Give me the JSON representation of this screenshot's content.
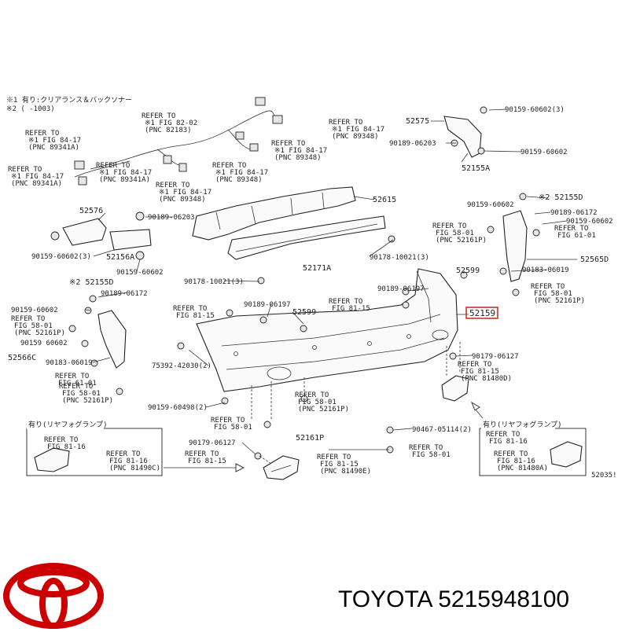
{
  "notes": {
    "note1": "※1 有り:クリアランス＆バックソナー",
    "note2": "※2  (   -1003)"
  },
  "refs": [
    {
      "id": "r1",
      "l1": "REFER TO",
      "l2": "※1 FIG 84-17",
      "l3": "(PNC 89341A)"
    },
    {
      "id": "r2",
      "l1": "REFER TO",
      "l2": "※1 FIG 82-02",
      "l3": "(PNC 82183)"
    },
    {
      "id": "r3",
      "l1": "REFER TO",
      "l2": "※1 FIG 84-17",
      "l3": "(PNC 89348)"
    },
    {
      "id": "r4",
      "l1": "REFER TO",
      "l2": "※1 FIG 84-17",
      "l3": "(PNC 89348)"
    },
    {
      "id": "r5",
      "l1": "REFER TO",
      "l2": "※1 FIG 84-17",
      "l3": "(PNC 89341A)"
    },
    {
      "id": "r6",
      "l1": "REFER TO",
      "l2": "※1 FIG 84-17",
      "l3": "(PNC 89341A)"
    },
    {
      "id": "r7",
      "l1": "REFER TO",
      "l2": "※1 FIG 84-17",
      "l3": "(PNC 89348)"
    },
    {
      "id": "r8",
      "l1": "REFER TO",
      "l2": "※1 FIG 84-17",
      "l3": "(PNC 89348)"
    },
    {
      "id": "r9",
      "l1": "REFER TO",
      "l2": "FIG 58-01",
      "l3": "(PNC 52161P)"
    },
    {
      "id": "r10",
      "l1": "REFER TO",
      "l2": "FIG 61-01"
    },
    {
      "id": "r11",
      "l1": "REFER TO",
      "l2": "FIG 58-01",
      "l3": "(PNC 52161P)"
    },
    {
      "id": "r12",
      "l1": "REFER TO",
      "l2": "FIG 58-01",
      "l3": "(PNC 52161P)"
    },
    {
      "id": "r13",
      "l1": "REFER TO",
      "l2": "FIG 61-01"
    },
    {
      "id": "r14",
      "l1": "REFER TO",
      "l2": "FIG 58-01",
      "l3": "(PNC 52161P)"
    },
    {
      "id": "r15",
      "l1": "REFER TO",
      "l2": "FIG 81-15"
    },
    {
      "id": "r16",
      "l1": "REFER TO",
      "l2": "FIG 81-15"
    },
    {
      "id": "r17",
      "l1": "REFER TO",
      "l2": "FIG 81-15",
      "l3": "(PNC 81480D)"
    },
    {
      "id": "r18",
      "l1": "REFER TO",
      "l2": "FIG 58-01",
      "l3": "(PNC 52161P)"
    },
    {
      "id": "r19",
      "l1": "REFER TO",
      "l2": "FIG 58-01"
    },
    {
      "id": "r20",
      "l1": "REFER TO",
      "l2": "FIG 81-16"
    },
    {
      "id": "r21",
      "l1": "REFER TO",
      "l2": "FIG 81-16",
      "l3": "(PNC 81490C)"
    },
    {
      "id": "r22",
      "l1": "REFER TO",
      "l2": "FIG 81-15"
    },
    {
      "id": "r23",
      "l1": "REFER TO",
      "l2": "FIG 81-15",
      "l3": "(PNC 81490E)"
    },
    {
      "id": "r24",
      "l1": "REFER TO",
      "l2": "FIG 58-01"
    },
    {
      "id": "r25",
      "l1": "REFER TO",
      "l2": "FIG 81-16"
    },
    {
      "id": "r26",
      "l1": "REFER TO",
      "l2": "FIG 81-16",
      "l3": "(PNC 81480A)"
    }
  ],
  "parts": {
    "p52575": "52575",
    "p90159_60602_3": "90159-60602(3)",
    "p90189_06203_a": "90189-06203",
    "p90159_60602_a": "90159-60602",
    "p52155A": "52155A",
    "p52615": "52615",
    "p52155D_a": "※2 52155D",
    "p90159_60602_b": "90159-60602",
    "p90189_06172_a": "90189-06172",
    "p90159_60602_c": "90159-60602",
    "p52565D": "52565D",
    "p90183_06019_a": "90183-06019",
    "p52576": "52576",
    "p90189_06203_b": "90189-06203",
    "p90159_60602_3b": "90159-60602(3)",
    "p52156A": "52156A",
    "p90159_60602_d": "90159-60602",
    "p90178_10021_3a": "90178-10021(3)",
    "p52171A": "52171A",
    "p90178_10021_3b": "90178-10021(3)",
    "p52599_a": "52599",
    "p90189_06197_a": "90189-06197",
    "p52155D_b": "※2 52155D",
    "p90189_06172_b": "90189-06172",
    "p90159_60602_e": "90159-60602",
    "p90189_06197_b": "90189-06197",
    "p52599_b": "52599",
    "p52159": "52159",
    "p90159_60602_f": "90159 60602",
    "p52566C": "52566C",
    "p90183_06019_b": "90183-06019",
    "p75392": "75392-42030(2)",
    "p90179_06127_a": "90179-06127",
    "p90159_60498_2": "90159-60498(2)",
    "p52161P": "52161P",
    "p90179_06127_b": "90179-06127",
    "p90467": "90467-05114(2)",
    "p52035": "52035!"
  },
  "boxes": {
    "left_title": "有り(リヤフォグランプ)",
    "right_title": "有り(リヤフォグランプ)"
  },
  "brand": {
    "caption": "TOYOTA 5215948100",
    "logo_color": "#cc0000",
    "highlight_color": "#c0392b"
  }
}
